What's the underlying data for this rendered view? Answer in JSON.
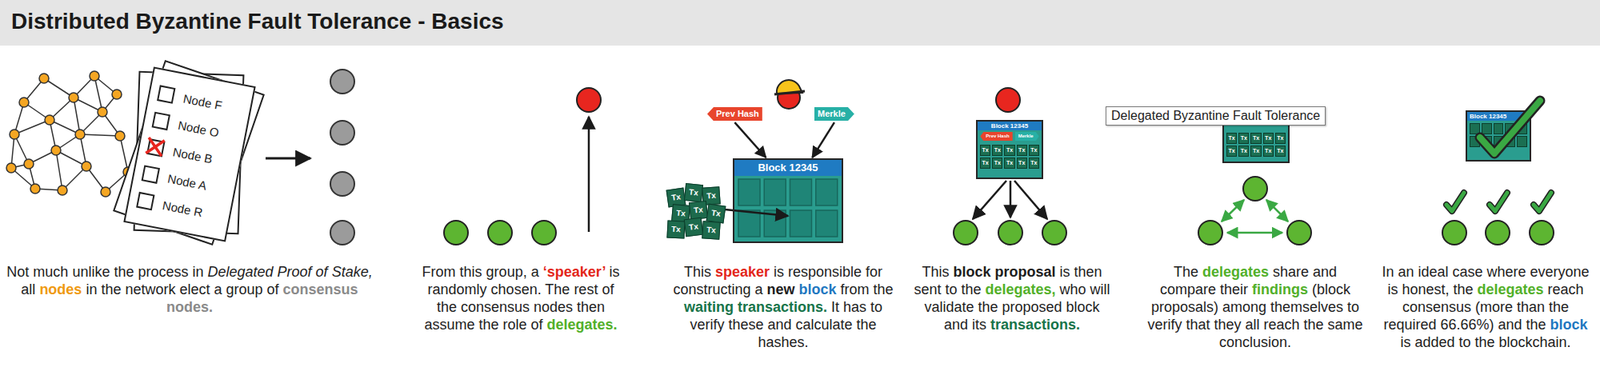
{
  "diagram": {
    "title": "Distributed Byzantine Fault Tolerance - Basics",
    "nodes": [
      {
        "text": [
          "Node F",
          "Node O",
          "Node B",
          "Node A",
          "Node R"
        ]
      },
      {
        "text": [
          "Prev Hash"
        ]
      },
      {
        "text": [
          "Merkle"
        ]
      },
      {
        "text": [
          "Block 12345"
        ]
      },
      {
        "text": [
          "Tx"
        ]
      },
      {
        "text": [
          "Tx"
        ]
      },
      {
        "text": [
          "Tx"
        ]
      },
      {
        "text": [
          "Tx"
        ]
      },
      {
        "text": [
          "Tx"
        ]
      },
      {
        "text": [
          "Tx"
        ]
      },
      {
        "text": [
          "Tx"
        ]
      },
      {
        "text": [
          "Tx"
        ]
      },
      {
        "text": [
          "Tx"
        ]
      },
      {
        "text": [
          "Block 12345",
          "Tx",
          "Tx",
          "Tx",
          "Tx",
          "Tx",
          "Tx",
          "Tx",
          "Tx",
          "Tx",
          "Tx"
        ]
      },
      {
        "text": [
          "Prev Hash"
        ],
        "in": 13
      },
      {
        "text": [
          "Merkle"
        ],
        "in": 13
      },
      {
        "text": [
          "Delegated Byzantine Fault Tolerance"
        ]
      },
      {
        "text": [
          "Tx",
          "Tx",
          "Tx",
          "Tx",
          "Tx",
          "Tx",
          "Tx",
          "Tx",
          "Tx",
          "Tx"
        ]
      },
      {
        "text": [
          "Block 12345"
        ]
      }
    ],
    "edges": [
      {
        "from": 1,
        "to": 3,
        "arrow": "to"
      },
      {
        "from": 2,
        "to": 3,
        "arrow": "to"
      }
    ],
    "labels": [
      "Not much unlike the process in Delegated Proof of Stake, all nodes in the network elect a group of consensus nodes.",
      "From this group, a ‘speaker’ is randomly chosen. The rest of the consensus nodes then assume the role of delegates.",
      "This speaker is responsible for constructing a new block from the waiting transactions. It has to verify these and calculate the hashes.",
      "This block proposal is then sent to the delegates, who will validate the proposed block and its transactions.",
      "The delegates share and compare their findings (block proposals) among themselves to verify that they all reach the same conclusion.",
      "In an ideal case where everyone is honest, the delegates reach consensus (more than the required 66.66%) and the block is added to the blockchain."
    ]
  }
}
